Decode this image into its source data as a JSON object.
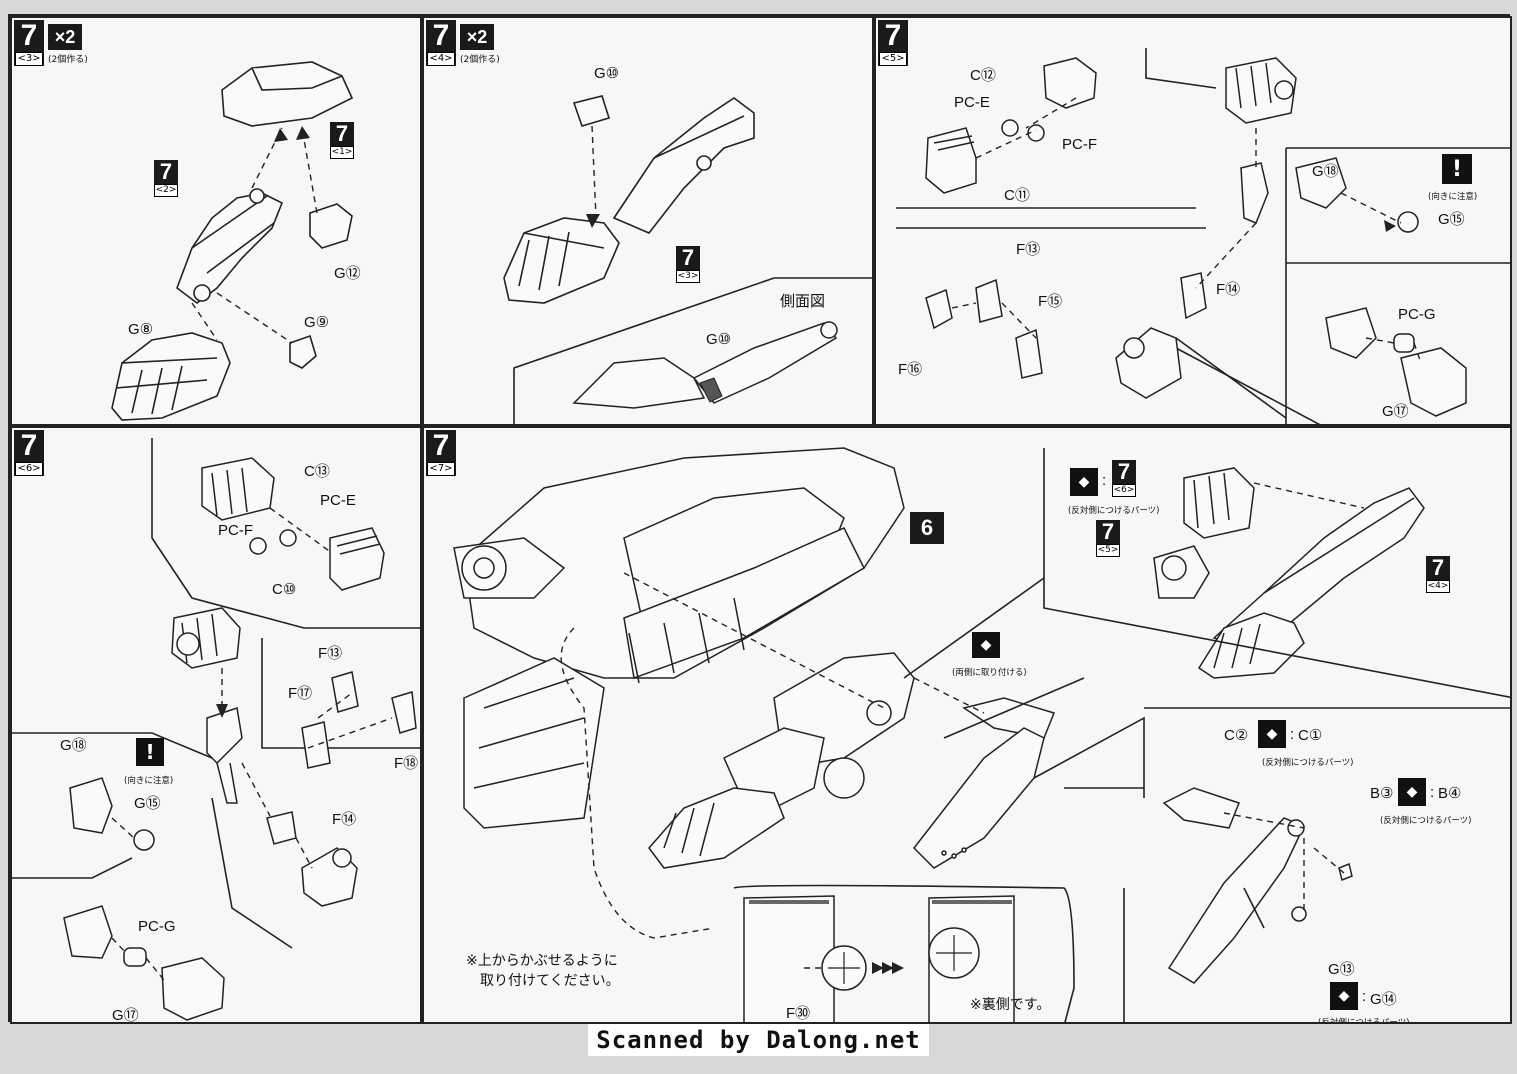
{
  "steps": {
    "s3": {
      "num": "7",
      "sub": "<3>",
      "mult": "×2",
      "mult_note": "(2個作る)"
    },
    "s4": {
      "num": "7",
      "sub": "<4>",
      "mult": "×2",
      "mult_note": "(2個作る)"
    },
    "s5": {
      "num": "7",
      "sub": "<5>"
    },
    "s6": {
      "num": "7",
      "sub": "<6>"
    },
    "s7": {
      "num": "7",
      "sub": "<7>"
    }
  },
  "refs": {
    "r1": {
      "num": "7",
      "sub": "<1>"
    },
    "r2": {
      "num": "7",
      "sub": "<2>"
    },
    "r3": {
      "num": "7",
      "sub": "<3>"
    },
    "r6": {
      "num": "7",
      "sub": "<6>"
    },
    "r5": {
      "num": "7",
      "sub": "<5>"
    },
    "r4": {
      "num": "7",
      "sub": "<4>"
    },
    "part6": "6"
  },
  "labels": {
    "p3_g12": "G⑫",
    "p3_g8": "G⑧",
    "p3_g9": "G⑨",
    "p4_g10": "G⑩",
    "p4_side": "側面図",
    "p4_g10b": "G⑩",
    "p5_c12": "C⑫",
    "p5_pce": "PC-E",
    "p5_pcf": "PC-F",
    "p5_c11": "C⑪",
    "p5_f13": "F⑬",
    "p5_f15": "F⑮",
    "p5_f16": "F⑯",
    "p5_f14": "F⑭",
    "p5_g18": "G⑱",
    "p5_g15": "G⑮",
    "p5_caution": "(向きに注意)",
    "p5_pcg": "PC-G",
    "p5_g17": "G⑰",
    "p6_c13": "C⑬",
    "p6_pce": "PC-E",
    "p6_pcf": "PC-F",
    "p6_c10": "C⑩",
    "p6_f13": "F⑬",
    "p6_f17": "F⑰",
    "p6_f18": "F⑱",
    "p6_f14": "F⑭",
    "p6_g18": "G⑱",
    "p6_g15": "G⑮",
    "p6_caution": "(向きに注意)",
    "p6_pcg": "PC-G",
    "p6_g17": "G⑰",
    "p7_both": "(両側に取り付ける)",
    "p7_opp1": "(反対側につけるパーツ)",
    "p7_c2": "C②",
    "p7_c1": "C①",
    "p7_opp2": "(反対側につけるパーツ)",
    "p7_b3": "B③",
    "p7_b4": "B④",
    "p7_opp3": "(反対側につけるパーツ)",
    "p7_g13": "G⑬",
    "p7_g14": "G⑭",
    "p7_opp4": "(反対側につけるパーツ)",
    "p7_f30": "F㉚",
    "p7_back": "※裏側です。",
    "p7_note1": "※上からかぶせるように",
    "p7_note2": "取り付けてください。",
    "colon": ":"
  },
  "footer": "Scanned by Dalong.net"
}
